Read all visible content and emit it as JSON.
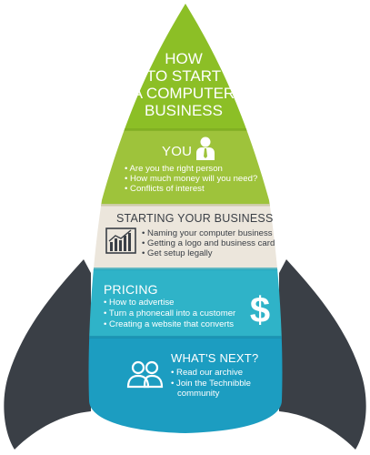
{
  "title": {
    "lines": [
      "HOW",
      "TO START",
      "A COMPUTER",
      "BUSINESS"
    ]
  },
  "sections": [
    {
      "id": "you",
      "heading": "YOU",
      "icon": "person-icon",
      "color": "#9ec33b",
      "items": [
        "Are you the right person",
        "How much money will you need?",
        "Conflicts of interest"
      ]
    },
    {
      "id": "starting",
      "heading": "STARTING YOUR BUSINESS",
      "icon": "bar-chart-icon",
      "color": "#ece6dc",
      "items": [
        "Naming your computer business",
        "Getting a logo and business card",
        "Get setup legally"
      ]
    },
    {
      "id": "pricing",
      "heading": "PRICING",
      "icon": "dollar-icon",
      "color": "#2fb3c8",
      "items": [
        "How to advertise",
        "Turn a phonecall into a customer",
        "Creating a website that converts"
      ]
    },
    {
      "id": "next",
      "heading": "WHAT'S NEXT?",
      "icon": "people-icon",
      "color": "#1c9dc1",
      "items": [
        "Read our archive",
        "Join the Technibble",
        "community"
      ]
    }
  ],
  "colors": {
    "title_green": "#8cbf26",
    "you_green": "#9ec33b",
    "beige": "#ece6dc",
    "pricing_teal": "#2fb3c8",
    "next_blue": "#1c9dc1",
    "fins": "#3a3f46"
  }
}
